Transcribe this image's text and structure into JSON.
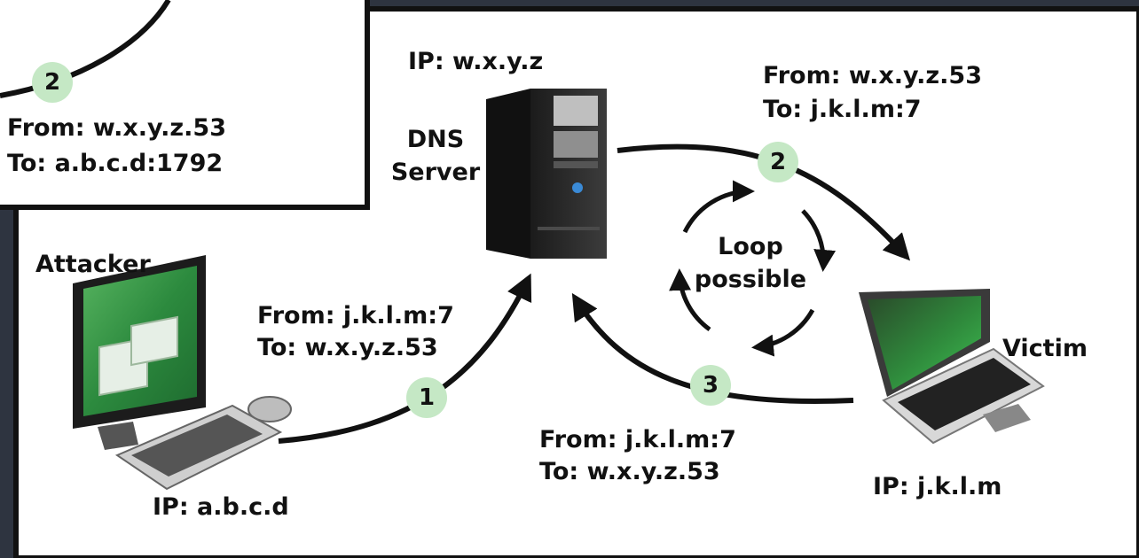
{
  "inset": {
    "step": "2",
    "from": "From: w.x.y.z.53",
    "to": "To: a.b.c.d:1792"
  },
  "dns_server": {
    "ip": "IP: w.x.y.z",
    "name_line1": "DNS",
    "name_line2": "Server"
  },
  "attacker": {
    "name": "Attacker",
    "ip": "IP: a.b.c.d"
  },
  "victim": {
    "name": "Victim",
    "ip": "IP: j.k.l.m"
  },
  "flows": {
    "step1": {
      "badge": "1",
      "from": "From: j.k.l.m:7",
      "to": "To: w.x.y.z.53"
    },
    "step2": {
      "badge": "2",
      "from": "From: w.x.y.z.53",
      "to": "To: j.k.l.m:7"
    },
    "step3": {
      "badge": "3",
      "from": "From: j.k.l.m:7",
      "to": "To: w.x.y.z.53"
    }
  },
  "loop": {
    "line1": "Loop",
    "line2": "possible"
  },
  "colors": {
    "background": "#2e3440",
    "panel": "#ffffff",
    "badge": "#c5e8c5",
    "screen_green": "#2c8a3e"
  }
}
